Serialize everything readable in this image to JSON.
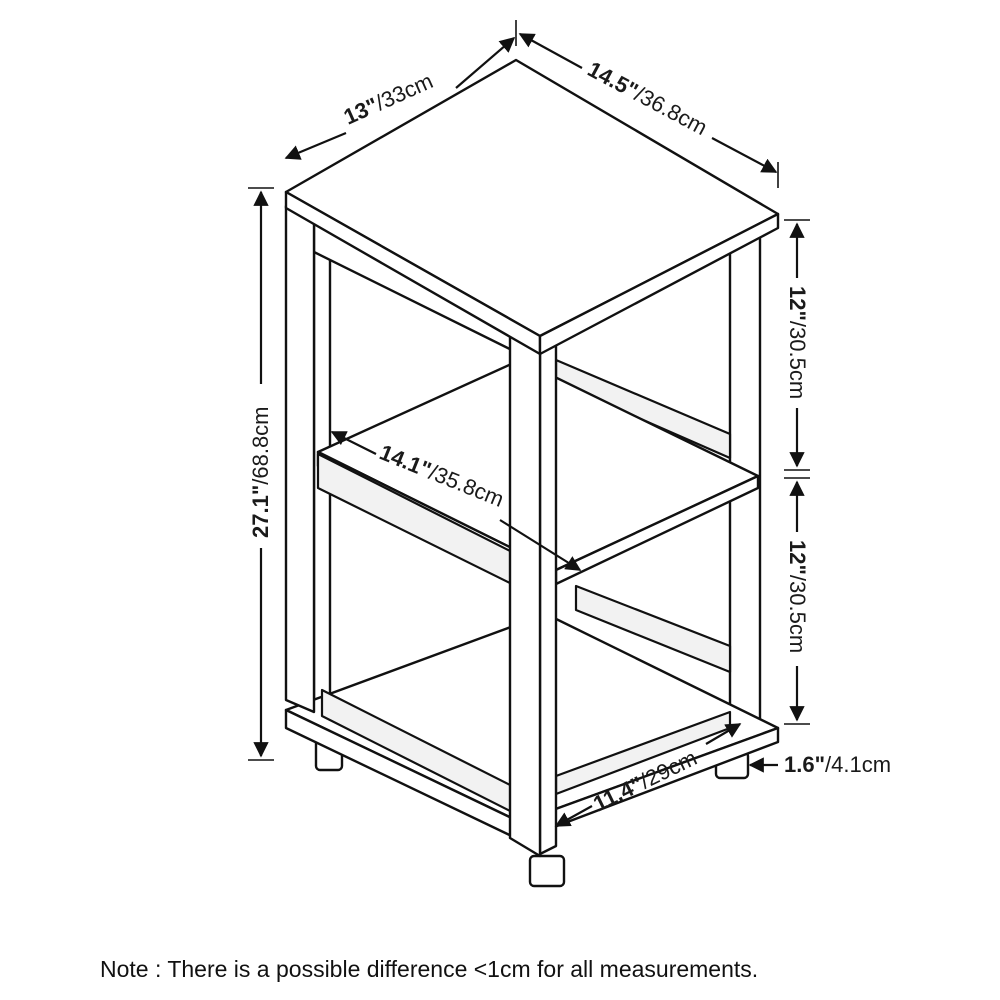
{
  "dimensions": {
    "top_depth": {
      "inches": "13\"",
      "cm": "/33cm"
    },
    "top_width": {
      "inches": "14.5\"",
      "cm": "/36.8cm"
    },
    "total_height": {
      "inches": "27.1\"",
      "cm": "/68.8cm"
    },
    "upper_gap": {
      "inches": "12\"",
      "cm": "/30.5cm"
    },
    "lower_gap": {
      "inches": "12\"",
      "cm": "/30.5cm"
    },
    "shelf_diagonal": {
      "inches": "14.1\"",
      "cm": "/35.8cm"
    },
    "base_depth": {
      "inches": "11.4\"",
      "cm": "/29cm"
    },
    "feet_height": {
      "inches": "1.6\"",
      "cm": "/4.1cm"
    }
  },
  "note": "Note : There is a possible difference <1cm for all measurements."
}
